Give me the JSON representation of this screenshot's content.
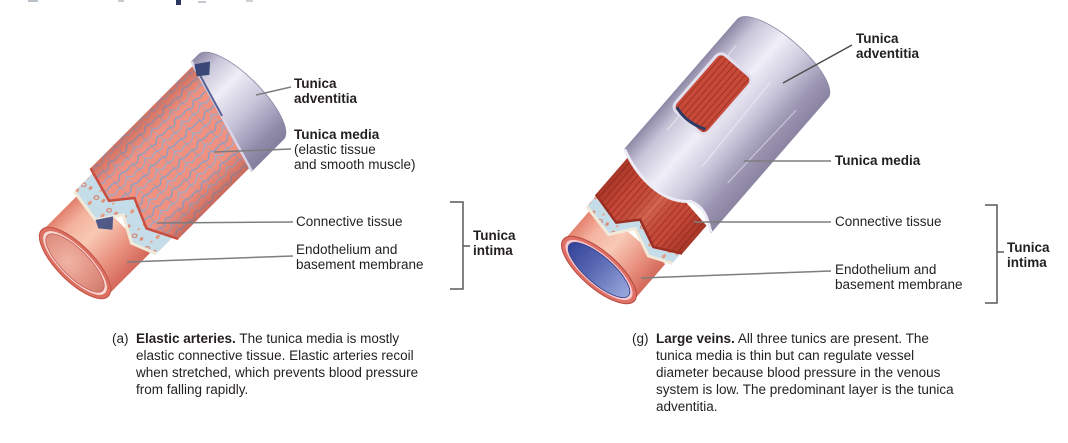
{
  "palette": {
    "background": "#ffffff",
    "text": "#231f20",
    "leader_line": "#7d7d7d",
    "bracket": "#58595b",
    "adventitia_lavender": "#c9c5db",
    "artery_media_pink": "#ee9181",
    "elastic_fiber_blue": "#7fa0cb",
    "vein_media_red": "#c74a39",
    "connective_tissue_blue": "#c5dde9",
    "artery_lumen_pink": "#dd8a7c",
    "vein_lumen_blue": "#4a5aa8",
    "cut_rim_cream": "#f2ead9"
  },
  "panel_a": {
    "tag": "(a)",
    "caption_title": "Elastic arteries.",
    "caption_body": "The tunica media is mostly elastic connective tissue. Elastic arteries recoil when stretched, which prevents blood pressure from falling rapidly.",
    "labels": {
      "adventitia": "Tunica\nadventitia",
      "media_title": "Tunica media",
      "media_sub": "(elastic tissue\nand smooth muscle)",
      "connective": "Connective tissue",
      "endothelium": "Endothelium and\nbasement membrane",
      "intima": "Tunica\nintima"
    }
  },
  "panel_g": {
    "tag": "(g)",
    "caption_title": "Large veins.",
    "caption_body": "All three tunics are present. The tunica media is thin but can regulate vessel diameter because blood pressure in the venous system is low. The predominant layer is the tunica adventitia.",
    "labels": {
      "adventitia": "Tunica\nadventitia",
      "media": "Tunica media",
      "connective": "Connective tissue",
      "endothelium": "Endothelium and\nbasement membrane",
      "intima": "Tunica\nintima"
    }
  }
}
